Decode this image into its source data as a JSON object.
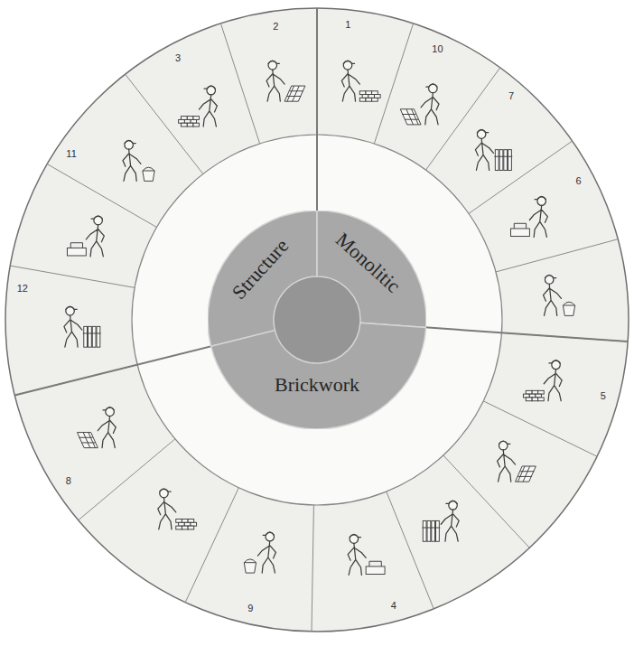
{
  "diagram": {
    "nodes": [
      {
        "text": [
          "Structure"
        ]
      },
      {
        "text": [
          "Monolitic"
        ]
      },
      {
        "text": [
          "Brickwork"
        ]
      }
    ],
    "labels": [
      "2",
      "1",
      "3",
      "10",
      "7",
      "11",
      "6",
      "12",
      "5",
      "8",
      "9",
      "4"
    ]
  }
}
